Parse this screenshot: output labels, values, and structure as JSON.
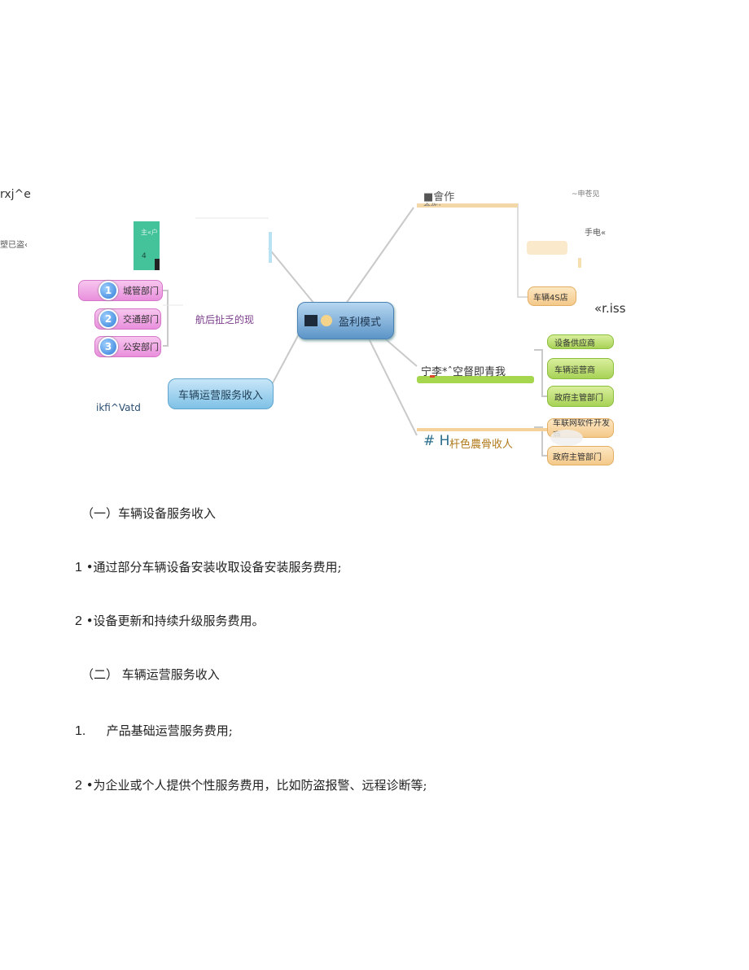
{
  "mindmap": {
    "left_labels": {
      "top_left": "rxj^e",
      "mid_left": "塑已盗‹",
      "annotation": "航后扯乏的现",
      "bottom_left": "ikfi^Vatd"
    },
    "teal_box": {
      "text_top": "主«户",
      "text_bottom": "4"
    },
    "pink_items": [
      {
        "num": "1",
        "label": "城管部门"
      },
      {
        "num": "2",
        "label": "交通部门"
      },
      {
        "num": "3",
        "label": "公安部门"
      }
    ],
    "center_label": "盈利模式",
    "revenue_node_label": "车辆运营服务收入",
    "right_top": {
      "branch_label": "■會作",
      "branch_sublabel": "合作：",
      "small_label_1": "~申苍见",
      "small_label_2": "手电«",
      "shop_label": "车辆4S店",
      "side_label": "«r.iss"
    },
    "right_mid": {
      "branch_label": "宁李*ˆ空督即青我",
      "items": [
        "设备供应商",
        "车辆运营商",
        "政府主管部门"
      ]
    },
    "right_bottom": {
      "branch_prefix": "# H",
      "branch_label": "杆色農骨收人",
      "items": [
        "车联网软件开发商",
        "政府主管部门"
      ]
    }
  },
  "text": {
    "heading1": "（一）车辆设备服务收入",
    "item1_num": "1",
    "item1_text": "•通过部分车辆设备安装收取设备安装服务费用;",
    "item2_num": "2",
    "item2_text": "•设备更新和持续升级服务费用。",
    "heading2": "（二）  车辆运营服务收入",
    "item3_num": "1.",
    "item3_text": "产品基础运营服务费用;",
    "item4_num": "2",
    "item4_text": "•为企业或个人提供个性服务费用，比如防盗报警、远程诊断等;"
  }
}
